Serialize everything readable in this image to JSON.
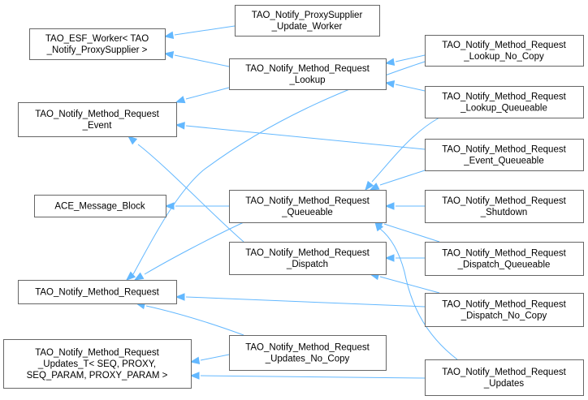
{
  "diagram": {
    "colors": {
      "edge": "#63b8ff",
      "node_border": "#666666",
      "node_fill": "#ffffff",
      "text": "#000000"
    },
    "nodes": [
      {
        "id": "n1",
        "lines": [
          "TAO_ESF_Worker< TAO",
          "_Notify_ProxySupplier >"
        ]
      },
      {
        "id": "n2",
        "lines": [
          "TAO_Notify_ProxySupplier",
          "_Update_Worker"
        ]
      },
      {
        "id": "n3",
        "lines": [
          "TAO_Notify_Method_Request",
          "_Lookup"
        ]
      },
      {
        "id": "n4",
        "lines": [
          "TAO_Notify_Method_Request",
          "_Event"
        ]
      },
      {
        "id": "n5",
        "lines": [
          "ACE_Message_Block"
        ]
      },
      {
        "id": "n6",
        "lines": [
          "TAO_Notify_Method_Request",
          "_Queueable"
        ]
      },
      {
        "id": "n7",
        "lines": [
          "TAO_Notify_Method_Request",
          "_Dispatch"
        ]
      },
      {
        "id": "n8",
        "lines": [
          "TAO_Notify_Method_Request"
        ]
      },
      {
        "id": "n9",
        "lines": [
          "TAO_Notify_Method_Request",
          "_Updates_T< SEQ, PROXY,",
          " SEQ_PARAM, PROXY_PARAM >"
        ]
      },
      {
        "id": "n10",
        "lines": [
          "TAO_Notify_Method_Request",
          "_Updates_No_Copy"
        ]
      },
      {
        "id": "n11",
        "lines": [
          "TAO_Notify_Method_Request",
          "_Lookup_No_Copy"
        ]
      },
      {
        "id": "n12",
        "lines": [
          "TAO_Notify_Method_Request",
          "_Lookup_Queueable"
        ]
      },
      {
        "id": "n13",
        "lines": [
          "TAO_Notify_Method_Request",
          "_Event_Queueable"
        ]
      },
      {
        "id": "n14",
        "lines": [
          "TAO_Notify_Method_Request",
          "_Shutdown"
        ]
      },
      {
        "id": "n15",
        "lines": [
          "TAO_Notify_Method_Request",
          "_Dispatch_Queueable"
        ]
      },
      {
        "id": "n16",
        "lines": [
          "TAO_Notify_Method_Request",
          "_Dispatch_No_Copy"
        ]
      },
      {
        "id": "n17",
        "lines": [
          "TAO_Notify_Method_Request",
          "_Updates"
        ]
      }
    ],
    "edges": [
      {
        "from": "n2",
        "to": "n1"
      },
      {
        "from": "n3",
        "to": "n1"
      },
      {
        "from": "n3",
        "to": "n4"
      },
      {
        "from": "n6",
        "to": "n5"
      },
      {
        "from": "n6",
        "to": "n8"
      },
      {
        "from": "n7",
        "to": "n4"
      },
      {
        "from": "n10",
        "to": "n8"
      },
      {
        "from": "n10",
        "to": "n9"
      },
      {
        "from": "n11",
        "to": "n3"
      },
      {
        "from": "n11",
        "to": "n8"
      },
      {
        "from": "n12",
        "to": "n3"
      },
      {
        "from": "n12",
        "to": "n6"
      },
      {
        "from": "n13",
        "to": "n4"
      },
      {
        "from": "n13",
        "to": "n6"
      },
      {
        "from": "n14",
        "to": "n6"
      },
      {
        "from": "n15",
        "to": "n6"
      },
      {
        "from": "n15",
        "to": "n7"
      },
      {
        "from": "n16",
        "to": "n7"
      },
      {
        "from": "n16",
        "to": "n8"
      },
      {
        "from": "n17",
        "to": "n6"
      },
      {
        "from": "n17",
        "to": "n9"
      }
    ]
  }
}
